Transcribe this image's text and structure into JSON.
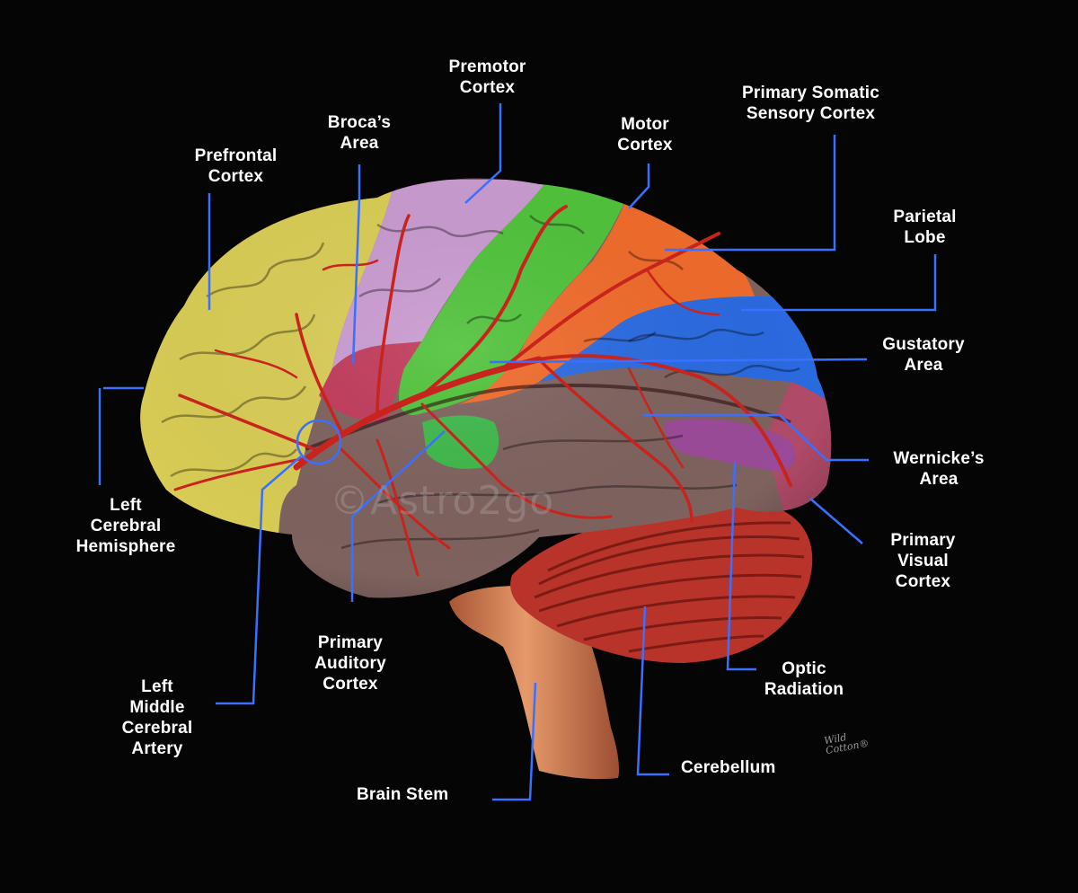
{
  "labels": {
    "premotor_cortex": "Premotor\nCortex",
    "primary_somatic_sensory_cortex": "Primary Somatic\nSensory Cortex",
    "brocas_area": "Broca’s\nArea",
    "motor_cortex": "Motor\nCortex",
    "prefrontal_cortex": "Prefrontal\nCortex",
    "parietal_lobe": "Parietal\nLobe",
    "gustatory_area": "Gustatory\nArea",
    "wernickes_area": "Wernicke’s\nArea",
    "left_cerebral_hemisphere": "Left\nCerebral\nHemisphere",
    "primary_visual_cortex": "Primary\nVisual\nCortex",
    "primary_auditory_cortex": "Primary\nAuditory\nCortex",
    "optic_radiation": "Optic\nRadiation",
    "left_middle_cerebral_artery": "Left\nMiddle\nCerebral\nArtery",
    "cerebellum": "Cerebellum",
    "brain_stem": "Brain Stem"
  },
  "watermark": "©Astro2go",
  "brand_mark": "Wild\nCotton®",
  "colors": {
    "background": "#050505",
    "leader_line": "#3a6fff",
    "prefrontal": "#d8cc55",
    "premotor": "#c99ad0",
    "motor": "#4fc23a",
    "somatic_sensory": "#ef6a2a",
    "parietal": "#2a6ae0",
    "temporal": "#7e625e",
    "occipital": "#b04a68",
    "cerebellum": "#b8342a",
    "brain_stem": "#d98455",
    "artery": "#c8231d"
  }
}
